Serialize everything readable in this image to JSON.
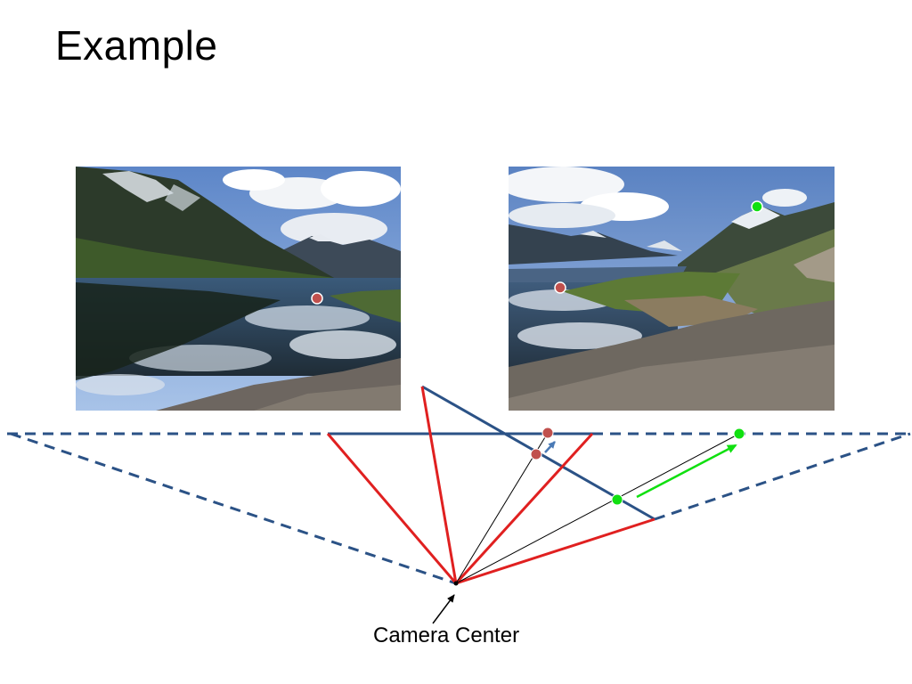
{
  "slide": {
    "title": "Example"
  },
  "images": {
    "left": {
      "description_icon": "lake-mountain-photo"
    },
    "right": {
      "description_icon": "lake-mountain-photo"
    }
  },
  "diagram": {
    "label": "Camera Center",
    "colors": {
      "image_plane": "#2b5286",
      "frustum": "#e02020",
      "ray": "#000000",
      "point_red": "#c0504d",
      "point_green": "#10e010",
      "motion_arrow_green": "#10e010",
      "motion_arrow_blue": "#4a7ab5"
    }
  }
}
